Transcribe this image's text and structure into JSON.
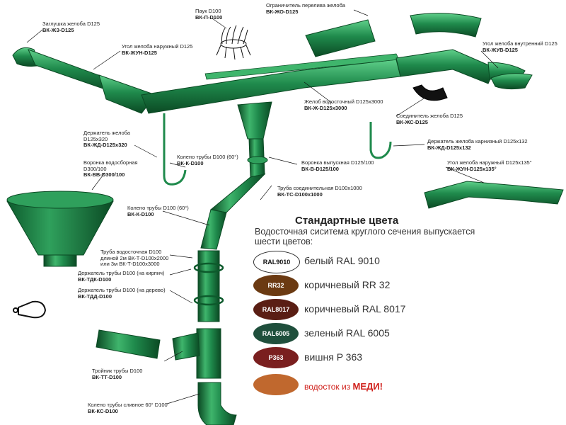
{
  "parts": {
    "zaglushka": {
      "name": "Заглушка желоба D125",
      "code": "ВК-ЖЗ-D125"
    },
    "pauk": {
      "name": "Паук D100",
      "code": "ВК-П-D100"
    },
    "ogranichitel": {
      "name": "Ограничитель перелива желоба",
      "code": "ВК-ЖО-D125"
    },
    "ugol_naruzh": {
      "name": "Угол желоба наружный D125",
      "code": "ВК-ЖУН-D125"
    },
    "ugol_vnutr": {
      "name": "Угол желоба внутренний D125",
      "code": "ВК-ЖУВ-D125"
    },
    "zhelob": {
      "name": "Желоб водосточный D125x3000",
      "code": "ВК-Ж-D125x3000"
    },
    "soedinitel": {
      "name": "Соединитель желоба D125",
      "code": "ВК-ЖС-D125"
    },
    "derzhatel_zheloba": {
      "name1": "Держатель желоба",
      "name2": "D125x320",
      "code": "ВК-ЖД-D125x320"
    },
    "derzhatel_karniz": {
      "name": "Держатель желоба карнизный D125x132",
      "code": "ВК-ЖД-D125x132"
    },
    "koleno_60_top": {
      "name": "Колено трубы D100 (60°)",
      "code": "ВК-К-D100"
    },
    "voronka_vyp": {
      "name": "Воронка выпускная D125/100",
      "code": "ВК-В-D125/100"
    },
    "voronka_vodosb": {
      "name1": "Воронка водосборная",
      "name2": "D300/100",
      "code": "ВК-ВВ-D300/100"
    },
    "ugol_135": {
      "name": "Угол желоба наружный D125x135°",
      "code": "ВК-ЖУН-D125x135°"
    },
    "truba_soed": {
      "name": "Труба соединительная D100x1000",
      "code": "ВК-ТС-D100x1000"
    },
    "koleno_60_mid": {
      "name": "Колено трубы D100 (60°)",
      "code": "ВК-К-D100"
    },
    "truba_vodost": {
      "name1": "Труба водосточная D100",
      "name2": "длиной 2м ВК-Т-D100x2000",
      "name3": "или 3м ВК-Т-D100x3000"
    },
    "derzh_kirpich": {
      "name": "Держатель трубы D100 (на кирпич)",
      "code": "ВК-ТДК-D100"
    },
    "derzh_derevo": {
      "name": "Держатель трубы D100 (на дерево)",
      "code": "ВК-ТДД-D100"
    },
    "troynik": {
      "name": "Тройник трубы D100",
      "code": "ВК-ТТ-D100"
    },
    "koleno_sliv": {
      "name": "Колено трубы сливное 60° D100",
      "code": "ВК-КС-D100"
    }
  },
  "colors": {
    "title": "Стандартные цвета",
    "subtitle": "Водосточная сиситема круглого сечения выпускается шести цветов:",
    "items": [
      {
        "code": "RAL9010",
        "name": "белый  RAL 9010",
        "hex": "#ffffff",
        "text_color": "#111111"
      },
      {
        "code": "RR32",
        "name": "коричневый RR 32",
        "hex": "#6b3a12",
        "text_color": "#ffffff"
      },
      {
        "code": "RAL8017",
        "name": "коричневый RAL 8017",
        "hex": "#5a1e14",
        "text_color": "#ffffff"
      },
      {
        "code": "RAL6005",
        "name": "зеленый RAL 6005",
        "hex": "#1f4f3c",
        "text_color": "#ffffff"
      },
      {
        "code": "P363",
        "name": "вишня P 363",
        "hex": "#7a1f1f",
        "text_color": "#ffffff"
      }
    ],
    "copper": {
      "hex": "#c0682e",
      "text1": "водосток из ",
      "text2": "МЕДИ!"
    }
  },
  "accent": {
    "green": "#1f8a4c",
    "green_dark": "#0d5a2c",
    "green_light": "#4fc27a"
  }
}
